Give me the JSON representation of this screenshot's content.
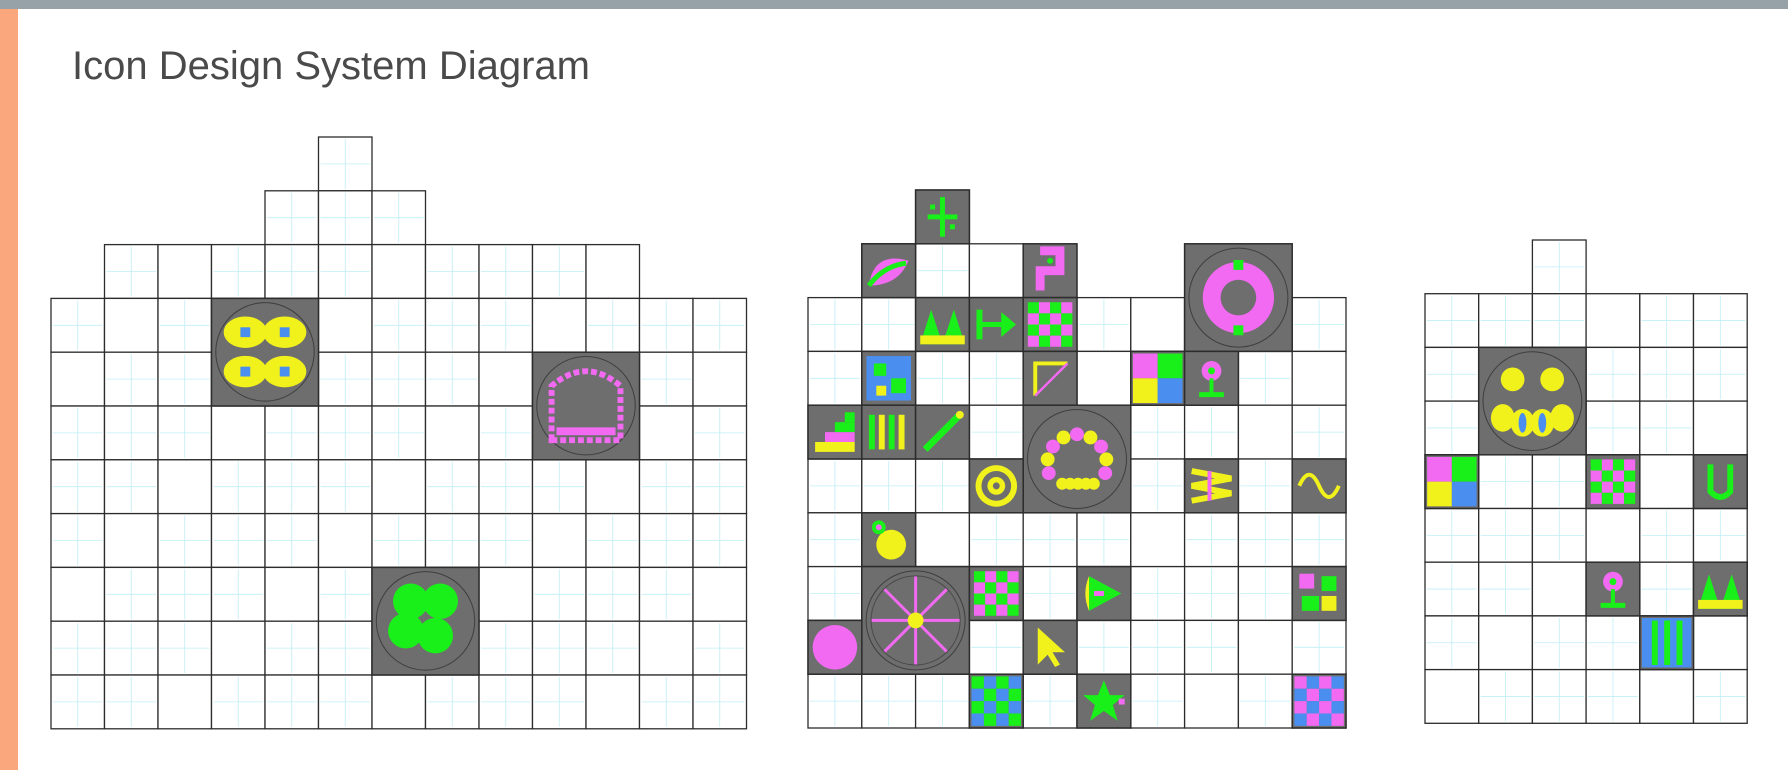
{
  "page": {
    "title": "Icon Design System Diagram",
    "topbar_color": "#97a1a8",
    "sidebar_color": "#fba77e"
  },
  "palette": {
    "tile_dark": "#6e6e6e",
    "magenta": "#f26af2",
    "yellow": "#f1f11c",
    "green": "#19f019",
    "blue": "#4a8ef0",
    "cell_border": "#2c2c2c",
    "guide_light": "#bfeff4"
  },
  "panels": [
    {
      "name": "panel-1",
      "row_spans": [
        [
          5,
          5
        ],
        [
          4,
          6
        ],
        [
          1,
          10
        ],
        [
          0,
          12
        ],
        [
          0,
          12
        ],
        [
          0,
          12
        ],
        [
          0,
          12
        ],
        [
          0,
          12
        ],
        [
          0,
          12
        ],
        [
          0,
          12
        ],
        [
          0,
          12
        ]
      ],
      "tiles": [
        {
          "row": 3,
          "col": 3,
          "span": 2,
          "icon": "petal-cluster-icon"
        },
        {
          "row": 4,
          "col": 9,
          "span": 2,
          "icon": "crown-chair-icon"
        },
        {
          "row": 8,
          "col": 6,
          "span": 2,
          "icon": "clover-blob-icon"
        }
      ]
    },
    {
      "name": "panel-2",
      "row_spans": [
        [
          2,
          2
        ],
        [
          1,
          3
        ],
        [
          0,
          9
        ],
        [
          0,
          9
        ],
        [
          0,
          9
        ],
        [
          0,
          9
        ],
        [
          0,
          9
        ],
        [
          0,
          9
        ],
        [
          0,
          9
        ],
        [
          0,
          9
        ]
      ],
      "tiles": [
        {
          "row": 0,
          "col": 2,
          "span": 1,
          "icon": "sparkle-icon"
        },
        {
          "row": 1,
          "col": 1,
          "span": 1,
          "icon": "leaf-arc-icon"
        },
        {
          "row": 1,
          "col": 4,
          "span": 1,
          "icon": "hook-shape-icon"
        },
        {
          "row": 1,
          "col": 7,
          "span": 2,
          "icon": "donut-ring-icon"
        },
        {
          "row": 2,
          "col": 2,
          "span": 1,
          "icon": "double-triangle-icon"
        },
        {
          "row": 2,
          "col": 3,
          "span": 1,
          "icon": "arrow-right-icon"
        },
        {
          "row": 2,
          "col": 4,
          "span": 1,
          "icon": "checker-pattern-icon"
        },
        {
          "row": 3,
          "col": 1,
          "span": 1,
          "icon": "blue-green-tile-icon"
        },
        {
          "row": 3,
          "col": 4,
          "span": 1,
          "icon": "corner-bracket-icon"
        },
        {
          "row": 3,
          "col": 6,
          "span": 1,
          "icon": "color-quad-icon"
        },
        {
          "row": 3,
          "col": 7,
          "span": 1,
          "icon": "flower-pot-icon"
        },
        {
          "row": 4,
          "col": 0,
          "span": 1,
          "icon": "steps-icon"
        },
        {
          "row": 4,
          "col": 1,
          "span": 1,
          "icon": "bars-icon"
        },
        {
          "row": 4,
          "col": 2,
          "span": 1,
          "icon": "diagonal-line-icon"
        },
        {
          "row": 4,
          "col": 4,
          "span": 2,
          "icon": "beaded-arc-icon"
        },
        {
          "row": 5,
          "col": 3,
          "span": 1,
          "icon": "target-rings-icon"
        },
        {
          "row": 5,
          "col": 7,
          "span": 1,
          "icon": "zigzag-icon"
        },
        {
          "row": 5,
          "col": 9,
          "span": 1,
          "icon": "sine-wave-icon"
        },
        {
          "row": 6,
          "col": 1,
          "span": 1,
          "icon": "ball-icon"
        },
        {
          "row": 7,
          "col": 1,
          "span": 2,
          "icon": "starburst-icon"
        },
        {
          "row": 7,
          "col": 3,
          "span": 1,
          "icon": "checker-pattern-icon"
        },
        {
          "row": 7,
          "col": 5,
          "span": 1,
          "icon": "half-cone-icon"
        },
        {
          "row": 7,
          "col": 9,
          "span": 1,
          "icon": "scatter-icon"
        },
        {
          "row": 8,
          "col": 0,
          "span": 1,
          "icon": "pie-quadrant-icon"
        },
        {
          "row": 8,
          "col": 4,
          "span": 1,
          "icon": "cursor-arrow-icon"
        },
        {
          "row": 9,
          "col": 3,
          "span": 1,
          "icon": "blue-green-checker-icon"
        },
        {
          "row": 9,
          "col": 5,
          "span": 1,
          "icon": "star-icon"
        },
        {
          "row": 9,
          "col": 9,
          "span": 1,
          "icon": "magenta-checker-icon"
        }
      ]
    },
    {
      "name": "panel-3",
      "row_spans": [
        [
          2,
          2
        ],
        [
          0,
          5
        ],
        [
          0,
          5
        ],
        [
          0,
          5
        ],
        [
          0,
          5
        ],
        [
          0,
          5
        ],
        [
          0,
          5
        ],
        [
          0,
          5
        ],
        [
          0,
          5
        ]
      ],
      "tiles": [
        {
          "row": 2,
          "col": 1,
          "span": 2,
          "icon": "smiley-face-icon"
        },
        {
          "row": 4,
          "col": 0,
          "span": 1,
          "icon": "color-quad-icon"
        },
        {
          "row": 4,
          "col": 3,
          "span": 1,
          "icon": "checker-pattern-icon"
        },
        {
          "row": 4,
          "col": 5,
          "span": 1,
          "icon": "u-shape-icon"
        },
        {
          "row": 6,
          "col": 3,
          "span": 1,
          "icon": "flower-icon"
        },
        {
          "row": 6,
          "col": 5,
          "span": 1,
          "icon": "double-triangle-icon"
        },
        {
          "row": 7,
          "col": 4,
          "span": 1,
          "icon": "blue-green-bars-icon"
        }
      ]
    }
  ]
}
